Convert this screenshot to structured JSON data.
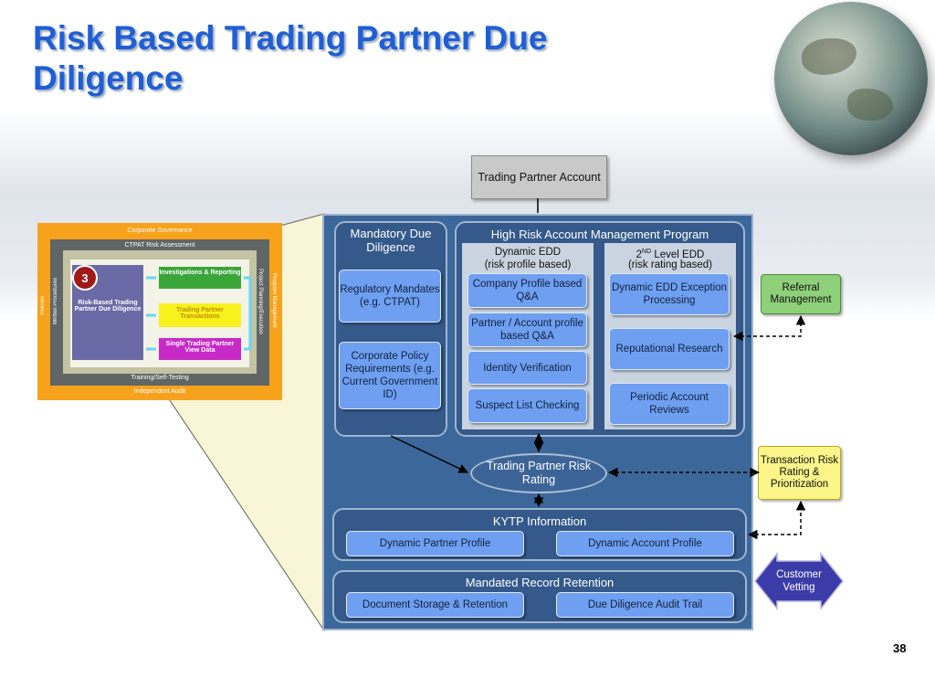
{
  "title": "Risk Based Trading Partner Due Diligence",
  "page_number": "38",
  "trading_partner_account": "Trading Partner Account",
  "thumbnail": {
    "corporate_governance": "Corporate Governance",
    "ctpat_risk_assessment": "CTPAT Risk Assessment",
    "training": "Training/Self-Testing",
    "independent_audit": "Independent Audit",
    "policies": "Policies",
    "written_procedures": "Written Procedures",
    "project_planning": "Project Planning/Execution",
    "program_management": "Program Management",
    "step_number": "3",
    "core": "Risk-Based Trading Partner Due Diligence",
    "investigations": "Investigations & Reporting",
    "transactions": "Trading Partner Transactions",
    "single_view": "Single Trading Partner View Data"
  },
  "mandatory": {
    "header": "Mandatory Due Diligence",
    "regulatory": "Regulatory Mandates (e.g. CTPAT)",
    "corporate": "Corporate Policy Requirements (e.g. Current Government ID)"
  },
  "high_risk": {
    "header": "High Risk Account Management Program",
    "dynamic_edd": "Dynamic EDD",
    "dynamic_edd_sub": "(risk profile based)",
    "level2_num": "2",
    "level2_sup": "ND",
    "level2_rest": " Level EDD",
    "level2_sub": "(risk rating based)",
    "left_items": [
      "Company Profile based Q&A",
      "Partner / Account profile based Q&A",
      "Identity Verification",
      "Suspect List Checking"
    ],
    "right_items": [
      "Dynamic EDD Exception Processing",
      "Reputational Research",
      "Periodic Account Reviews"
    ]
  },
  "rating": "Trading Partner Risk Rating",
  "kytp": {
    "header": "KYTP Information",
    "items": [
      "Dynamic Partner Profile",
      "Dynamic Account Profile"
    ]
  },
  "retention": {
    "header": "Mandated Record Retention",
    "items": [
      "Document Storage & Retention",
      "Due Diligence Audit Trail"
    ]
  },
  "side": {
    "referral": "Referral Management",
    "transaction": "Transaction Risk Rating & Prioritization",
    "vetting": "Customer Vetting"
  },
  "colors": {
    "title": "#1f5fd6",
    "panel": "#3c679b",
    "button": "#6f9ff0",
    "referral": "#8fd07a",
    "transaction": "#fbf58a",
    "vetting": "#3c3ca8"
  }
}
